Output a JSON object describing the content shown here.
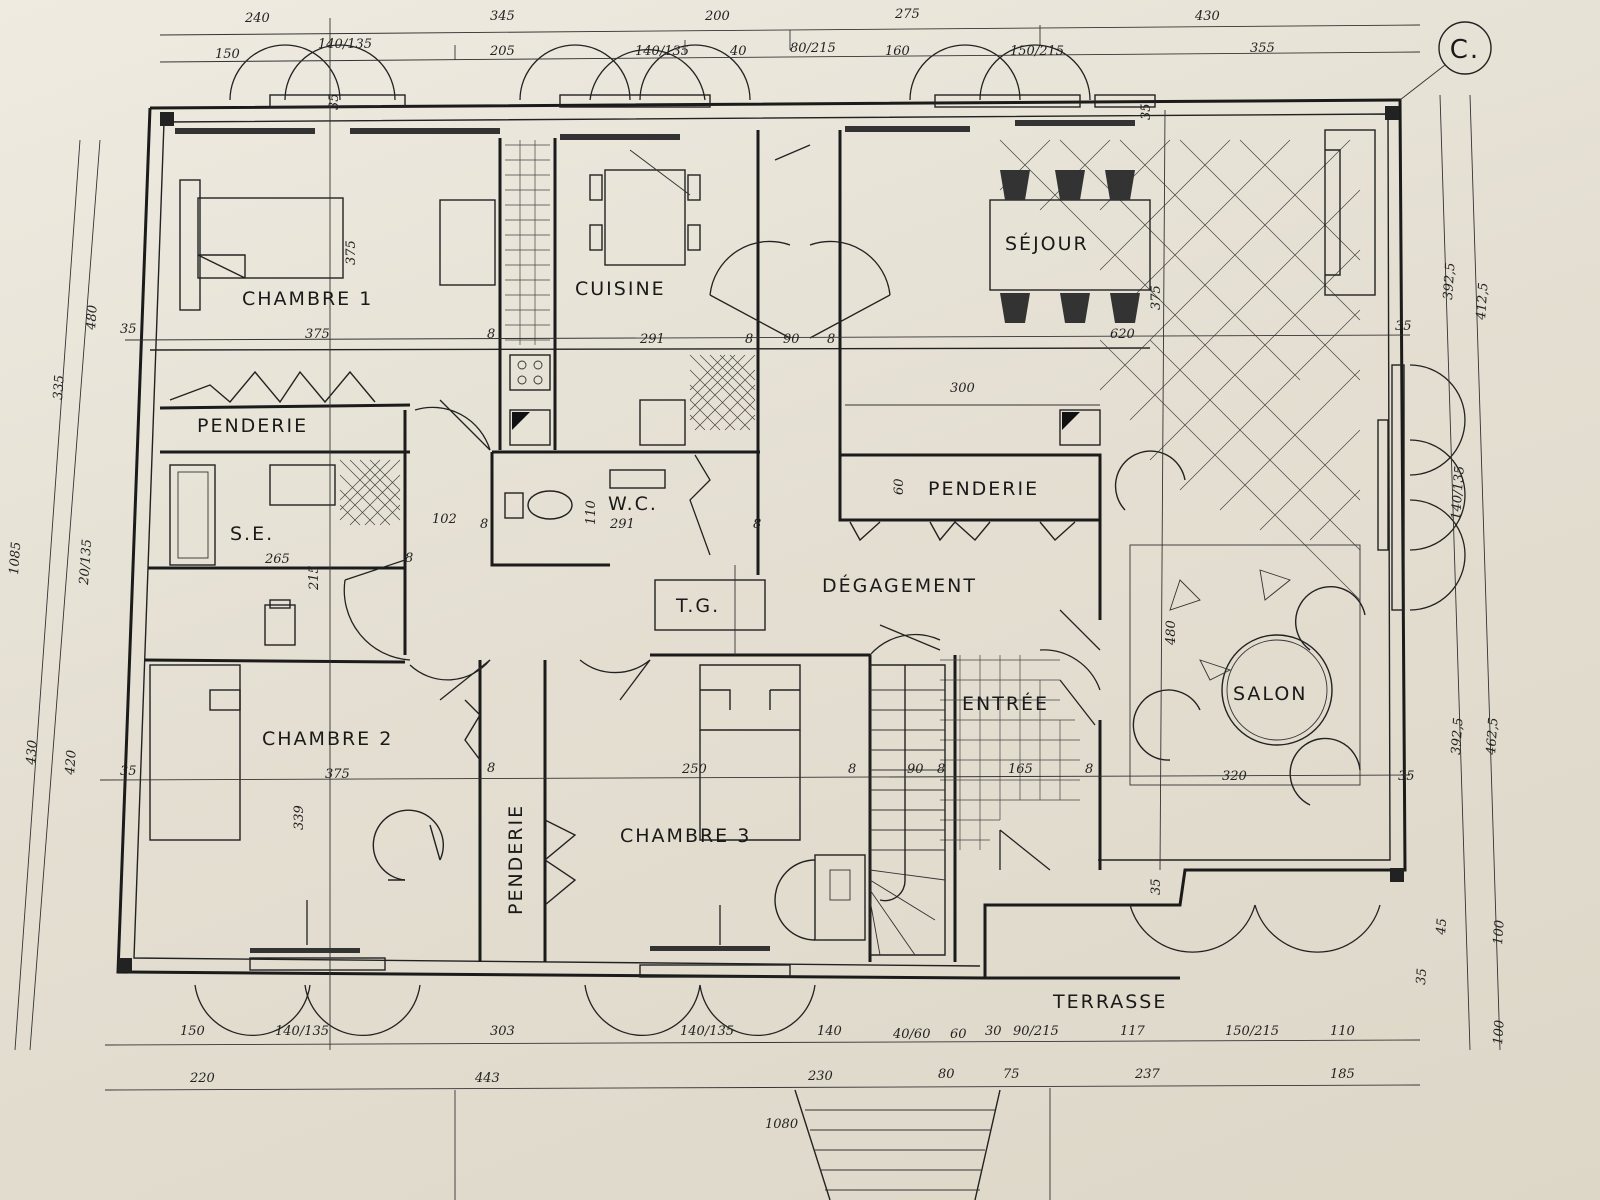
{
  "rooms": {
    "chambre1": "CHAMBRE 1",
    "cuisine": "CUISINE",
    "sejour": "SÉJOUR",
    "penderie_a": "PENDERIE",
    "penderie_b": "PENDERIE",
    "penderie_c": "PENDERIE",
    "se": "S.E.",
    "wc": "W.C.",
    "tg": "T.G.",
    "degagement": "DÉGAGEMENT",
    "chambre2": "CHAMBRE 2",
    "chambre3": "CHAMBRE 3",
    "entree": "ENTRÉE",
    "salon": "SALON",
    "terrasse": "TERRASSE"
  },
  "marker": "C.",
  "dimensions": {
    "top_row1": [
      "240",
      "345",
      "200",
      "275",
      "430"
    ],
    "top_row2": [
      "150",
      "140/135",
      "205",
      "140/135",
      "40",
      "80/215",
      "160",
      "150/215",
      "355"
    ],
    "bottom_row1": [
      "150",
      "140/135",
      "303",
      "140/135",
      "140",
      "40/60",
      "60",
      "30",
      "90/215",
      "117",
      "150/215",
      "110"
    ],
    "bottom_row2": [
      "220",
      "443",
      "230",
      "80",
      "75",
      "237",
      "185"
    ],
    "total_width": "1080",
    "interior_upper": [
      "35",
      "375",
      "8",
      "291",
      "8",
      "90",
      "8",
      "620",
      "35"
    ],
    "interior_lower": [
      "35",
      "375",
      "8",
      "250",
      "8",
      "90",
      "8",
      "165",
      "8",
      "320",
      "35"
    ],
    "misc": [
      "300",
      "60",
      "102",
      "8",
      "110",
      "291",
      "265",
      "8",
      "8",
      "480",
      "375",
      "375",
      "215",
      "339",
      "35",
      "35",
      "35"
    ],
    "left_side": [
      "480",
      "335",
      "1085",
      "20/135",
      "420",
      "430"
    ],
    "right_side": [
      "392,5",
      "412,5",
      "140/135",
      "392,5",
      "462,5",
      "45",
      "100",
      "35",
      "100"
    ]
  }
}
